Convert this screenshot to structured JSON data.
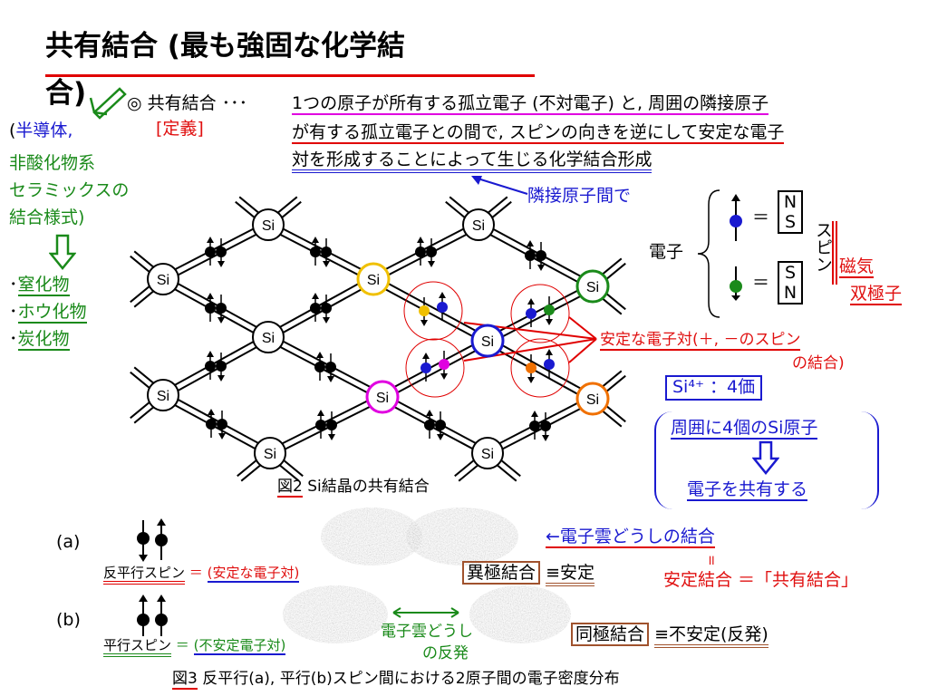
{
  "title_line1": "共有結合 (最も強固な化学結",
  "title_line2": "合)",
  "left_note": {
    "paren_open": "(",
    "semiconductor": "半導体,",
    "oxide": "非酸化物系",
    "ceramics": "セラミックスの",
    "bond_style": "結合様式)",
    "item1_bullet": "･",
    "item1": "窒化物",
    "item2_bullet": "･",
    "item2": "ホウ化物",
    "item3_bullet": "･",
    "item3": "炭化物"
  },
  "definition": {
    "mark": "◎ 共有結合 ･･･",
    "tag": "[定義]",
    "line1": "1つの原子が所有する孤立電子 (不対電子) と, 周囲の隣接原子",
    "line2": "が有する孤立電子との間で, スピンの向きを逆にして安定な電子",
    "line3": "対を形成することによって生じる化学結合形成"
  },
  "adjacent_label": "隣接原子間で",
  "electron_label": "電子",
  "spin_label": "スピン",
  "magnetic_label": "磁気",
  "dipole_label": "双極子",
  "ns_top": [
    "N",
    "S"
  ],
  "ns_bottom": [
    "S",
    "N"
  ],
  "equals": "＝",
  "stable_pair_label": "安定な電子対(＋, －のスピン",
  "stable_pair_label2": "の結合)",
  "si_valence": "Si⁴⁺ ：4価",
  "share_box": {
    "line1": "周囲に4個のSi原子",
    "line2": "電子を共有する"
  },
  "atom_label": "Si",
  "fig2_caption_num": "図2",
  "fig2_caption": "Si結晶の共有結合",
  "section_a": {
    "label": "(a)",
    "spin": "反平行スピン",
    "eq": "＝",
    "desc": "(安定な電子対)",
    "bond": "異極結合",
    "result": "≡安定",
    "cloud_arrow": "←電子雲どうしの結合",
    "double_line": "॥",
    "stable": "安定結合 ＝「共有結合」"
  },
  "section_b": {
    "label": "(b)",
    "spin": "平行スピン",
    "eq": "＝",
    "desc": "(不安定電子対)",
    "repel1": "電子雲どうし",
    "repel2": "の反発",
    "bond": "同極結合",
    "result": "≡不安定(反発)"
  },
  "fig3_caption_num": "図3",
  "fig3_caption": "反平行(a), 平行(b)スピン間における2原子間の電子密度分布",
  "colors": {
    "red": "#e00000",
    "blue": "#1a1ad0",
    "green": "#1a8a1a",
    "magenta": "#e000e0",
    "yellow": "#f0c000",
    "orange": "#f07000",
    "brown": "#a0522d"
  }
}
